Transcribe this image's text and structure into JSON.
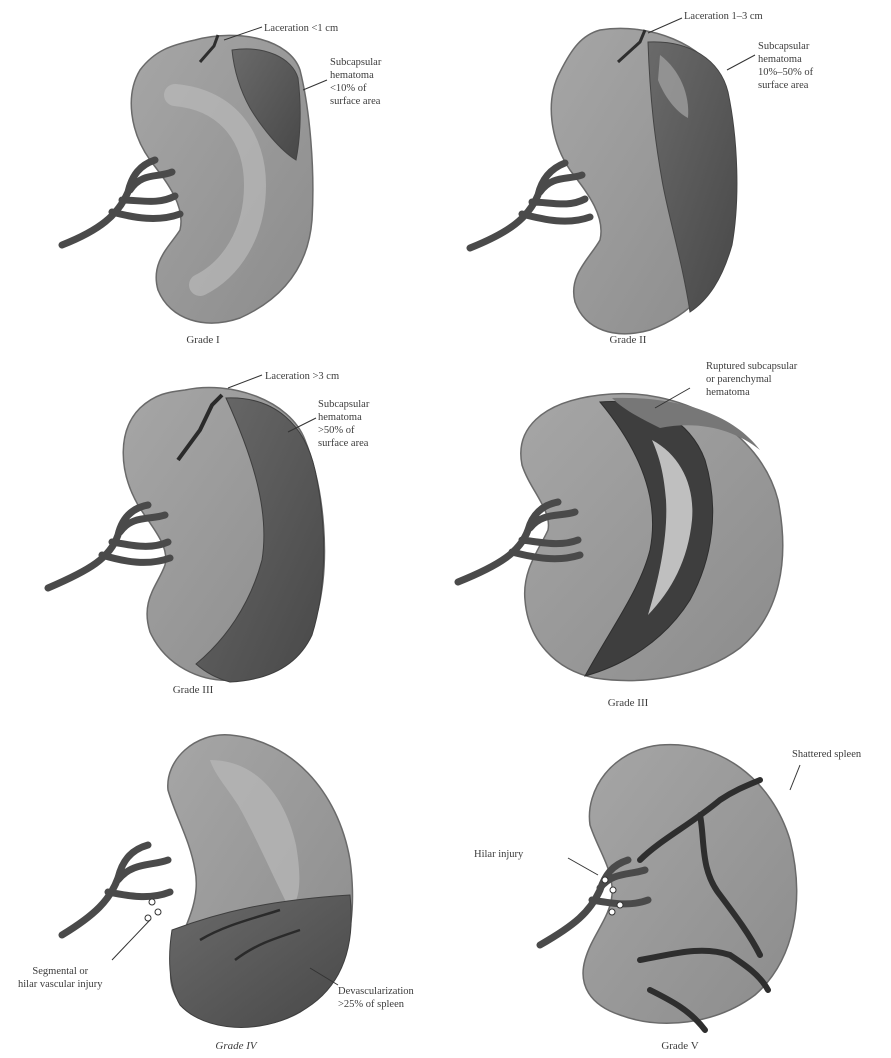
{
  "panels": [
    {
      "grade": "Grade I",
      "labels": {
        "laceration": "Laceration <1 cm",
        "hematoma": "Subcapsular\nhematoma\n<10% of\nsurface area"
      }
    },
    {
      "grade": "Grade II",
      "labels": {
        "laceration": "Laceration 1–3 cm",
        "hematoma": "Subcapsular\nhematoma\n10%–50% of\nsurface area"
      }
    },
    {
      "grade": "Grade III",
      "labels": {
        "laceration": "Laceration >3 cm",
        "hematoma": "Subcapsular\nhematoma\n>50% of\nsurface area"
      }
    },
    {
      "grade": "Grade III",
      "labels": {
        "ruptured": "Ruptured subcapsular\nor parenchymal\nhematoma"
      }
    },
    {
      "grade": "Grade IV",
      "labels": {
        "vascular": "Segmental or\nhilar vascular injury",
        "devascularization": "Devascularization\n>25% of spleen"
      }
    },
    {
      "grade": "Grade V",
      "labels": {
        "shattered": "Shattered spleen",
        "hilar": "Hilar injury"
      }
    }
  ],
  "colors": {
    "parenchyma": "#9a9a9a",
    "light": "#b8b8b8",
    "hematoma": "#5a5a5a",
    "dark": "#3c3c3c",
    "vessel": "#4a4a4a"
  }
}
